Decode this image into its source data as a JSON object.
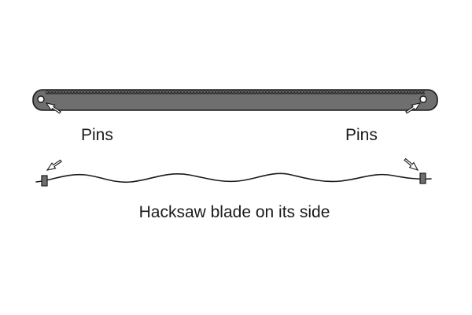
{
  "diagram": {
    "pin_label_left": "Pins",
    "pin_label_right": "Pins",
    "caption": "Hacksaw blade on its side"
  },
  "colors": {
    "blade_fill": "#6f6f6f",
    "outline": "#1a1a1a",
    "arrow_fill": "#ffffff",
    "background": "#ffffff"
  }
}
